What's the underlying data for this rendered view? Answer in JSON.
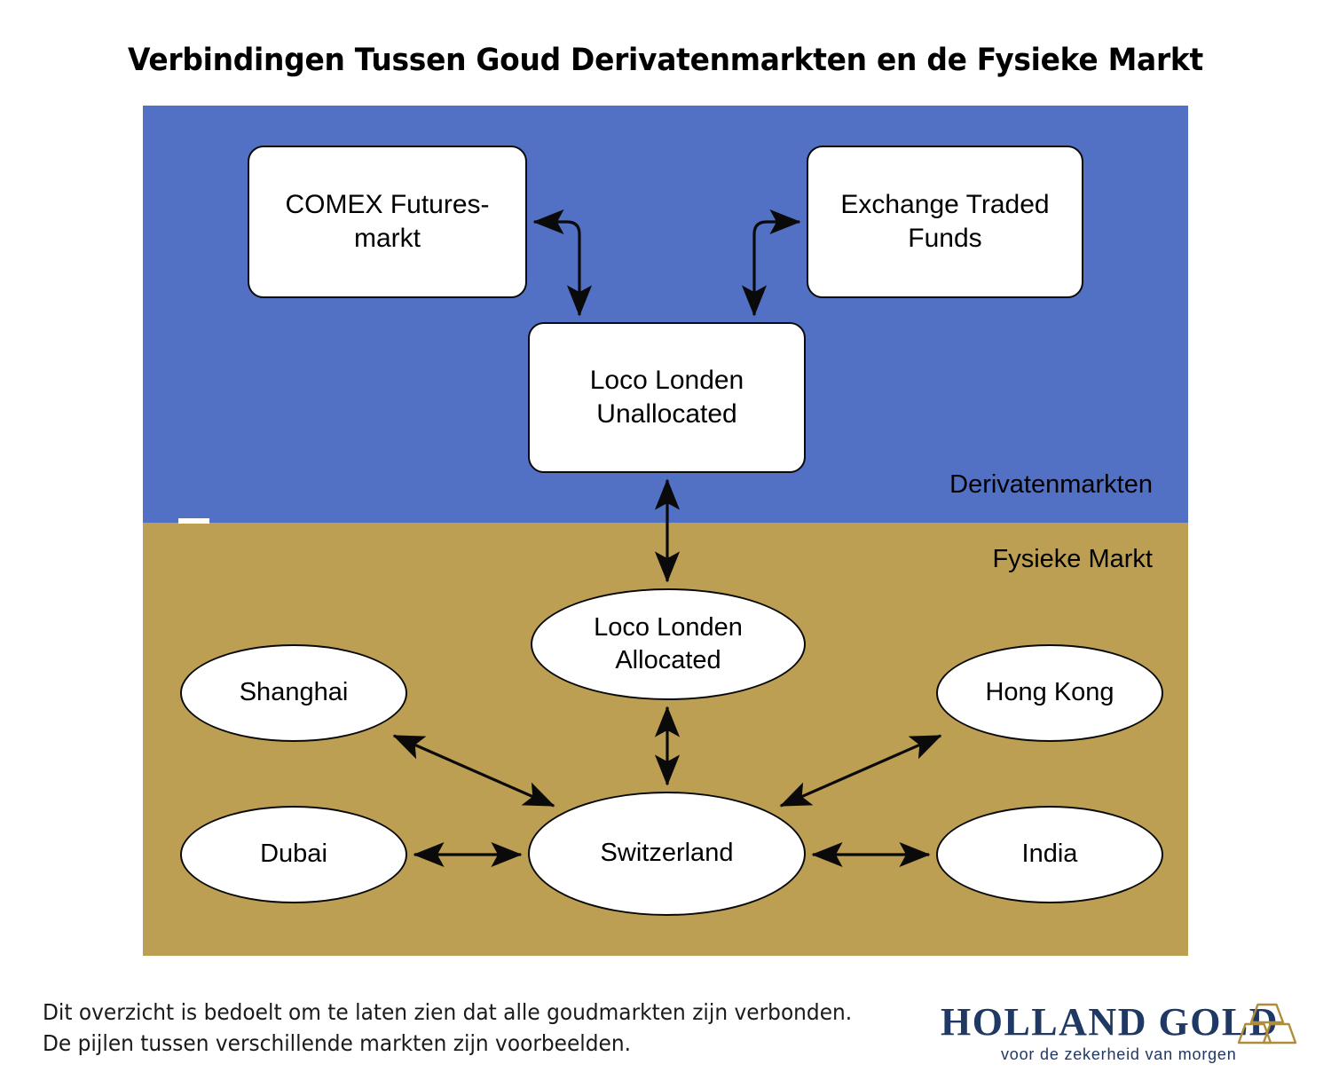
{
  "page": {
    "title": "Verbindingen Tussen Goud Derivatenmarkten en de Fysieke Markt",
    "background_color": "#FFFFFF"
  },
  "colors": {
    "derivatives_band": "#5271C4",
    "physical_band": "#BC9F52",
    "node_fill": "#FFFFFF",
    "node_stroke": "#0A0A0A",
    "brand_navy": "#1F3864",
    "brand_gold": "#B08D3A"
  },
  "chart_data": {
    "type": "diagram",
    "title": "Verbindingen Tussen Goud Derivatenmarkten en de Fysieke Markt",
    "bands": [
      {
        "id": "derivatives",
        "label": "Derivatenmarkten",
        "color": "#5271C4"
      },
      {
        "id": "physical",
        "label": "Fysieke Markt",
        "color": "#BC9F52"
      }
    ],
    "nodes": [
      {
        "id": "comex",
        "label": "COMEX Futures-markt",
        "shape": "rounded-rect",
        "band": "derivatives"
      },
      {
        "id": "etf",
        "label": "Exchange Traded Funds",
        "shape": "rounded-rect",
        "band": "derivatives"
      },
      {
        "id": "unallocated",
        "label": "Loco Londen Unallocated",
        "shape": "rounded-rect",
        "band": "derivatives"
      },
      {
        "id": "allocated",
        "label": "Loco Londen Allocated",
        "shape": "ellipse",
        "band": "physical"
      },
      {
        "id": "shanghai",
        "label": "Shanghai",
        "shape": "ellipse",
        "band": "physical"
      },
      {
        "id": "hongkong",
        "label": "Hong Kong",
        "shape": "ellipse",
        "band": "physical"
      },
      {
        "id": "dubai",
        "label": "Dubai",
        "shape": "ellipse",
        "band": "physical"
      },
      {
        "id": "switzerland",
        "label": "Switzerland",
        "shape": "ellipse",
        "band": "physical"
      },
      {
        "id": "india",
        "label": "India",
        "shape": "ellipse",
        "band": "physical"
      }
    ],
    "edges": [
      {
        "from": "comex",
        "to": "unallocated",
        "style": "elbow",
        "arrows": "both"
      },
      {
        "from": "etf",
        "to": "unallocated",
        "style": "elbow",
        "arrows": "both"
      },
      {
        "from": "unallocated",
        "to": "allocated",
        "style": "straight",
        "arrows": "both"
      },
      {
        "from": "switzerland",
        "to": "allocated",
        "style": "straight",
        "arrows": "both"
      },
      {
        "from": "switzerland",
        "to": "shanghai",
        "style": "straight",
        "arrows": "both"
      },
      {
        "from": "switzerland",
        "to": "hongkong",
        "style": "straight",
        "arrows": "both"
      },
      {
        "from": "switzerland",
        "to": "dubai",
        "style": "straight",
        "arrows": "both"
      },
      {
        "from": "switzerland",
        "to": "india",
        "style": "straight",
        "arrows": "both"
      }
    ]
  },
  "nodes": {
    "comex": {
      "line1": "COMEX Futures-",
      "line2": "markt"
    },
    "etf": {
      "line1": "Exchange Traded",
      "line2": "Funds"
    },
    "unallocated": {
      "line1": "Loco Londen",
      "line2": "Unallocated"
    },
    "allocated": {
      "line1": "Loco Londen",
      "line2": "Allocated"
    },
    "shanghai": {
      "label": "Shanghai"
    },
    "hongkong": {
      "label": "Hong Kong"
    },
    "dubai": {
      "label": "Dubai"
    },
    "switzerland": {
      "label": "Switzerland"
    },
    "india": {
      "label": "India"
    }
  },
  "bands": {
    "derivatives_label": "Derivatenmarkten",
    "physical_label": "Fysieke Markt"
  },
  "footer": {
    "note_line1": "Dit overzicht is bedoelt om te laten zien dat alle goudmarkten zijn verbonden.",
    "note_line2": "De pijlen tussen verschillende markten zijn voorbeelden.",
    "note": "Dit overzicht is bedoelt om te laten zien dat alle goudmarkten zijn verbonden.\nDe pijlen tussen verschillende markten zijn voorbeelden."
  },
  "brand": {
    "wordmark": "HOLLAND GOLD",
    "tagline": "voor de zekerheid van morgen",
    "icon": "gold-bars-icon"
  }
}
